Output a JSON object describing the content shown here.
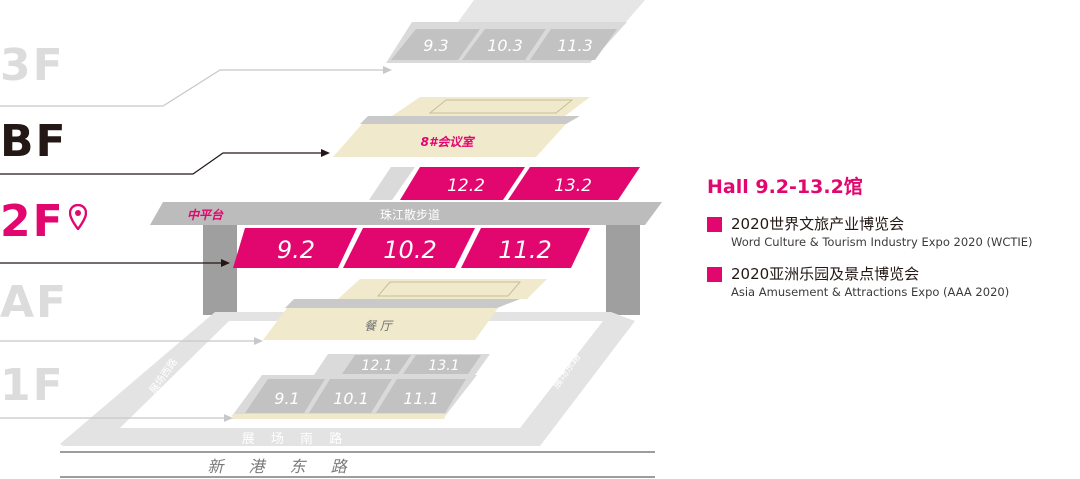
{
  "floors": {
    "f3": "3F",
    "bf": "BF",
    "f2": "2F",
    "af": "AF",
    "f1": "1F",
    "current_color": "#e2066f",
    "inactive_color": "#dcdcdc"
  },
  "floor_3f": {
    "halls": [
      "9.3",
      "10.3",
      "11.3"
    ]
  },
  "floor_bf": {
    "room": "8#会议室"
  },
  "floor_2f": {
    "upper_halls": [
      "12.2",
      "13.2"
    ],
    "main_halls": [
      "9.2",
      "10.2",
      "11.2"
    ],
    "platform": "中平台",
    "promenade": "珠江散步道"
  },
  "floor_af": {
    "room": "餐 厅"
  },
  "floor_1f": {
    "upper_halls": [
      "12.1",
      "13.1"
    ],
    "main_halls": [
      "9.1",
      "10.1",
      "11.1"
    ]
  },
  "roads": {
    "west": "展场西路",
    "east": "展场东路",
    "south": "展 场 南 路",
    "outer": "新 港 东 路"
  },
  "legend": {
    "title": "Hall 9.2-13.2馆",
    "items": [
      {
        "name": "2020世界文旅产业博览会",
        "name_en": "Word Culture & Tourism Industry Expo 2020 (WCTIE)"
      },
      {
        "name": "2020亚洲乐园及景点博览会",
        "name_en": "Asia Amusement & Attractions Expo (AAA 2020)"
      }
    ],
    "accent_color": "#e2066f"
  }
}
